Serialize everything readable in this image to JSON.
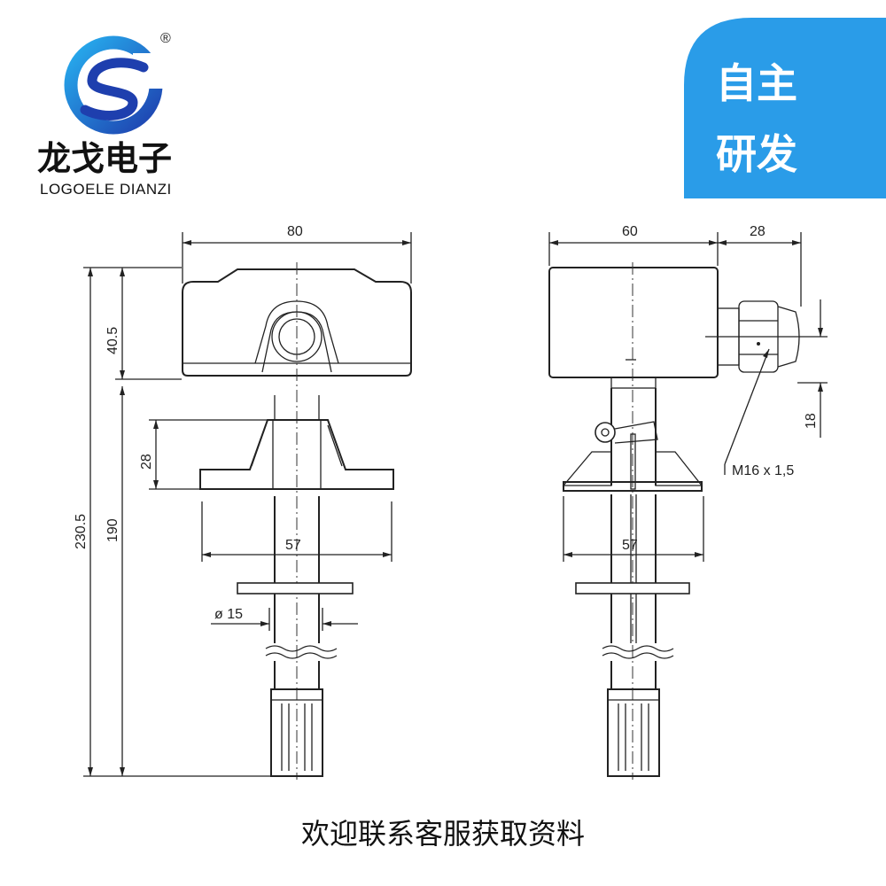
{
  "brand": {
    "name_cn": "龙戈电子",
    "name_en": "LOGOELE DIANZI",
    "registered_mark": "®",
    "colors": {
      "primary": "#1a8fe0",
      "dark": "#1e3fae",
      "badge": "#2a9ce8"
    }
  },
  "badge": {
    "line1": "自主",
    "line2": "研发"
  },
  "front_view": {
    "dim_width": "80",
    "dim_head_height": "40.5",
    "dim_total_height": "230.5",
    "dim_probe_length": "190",
    "dim_flange_height": "28",
    "dim_flange_width": "57",
    "dim_diameter": "ø 15"
  },
  "side_view": {
    "dim_width": "60",
    "dim_gland_length": "28",
    "dim_gland_offset": "18",
    "thread_label": "M16 x 1,5",
    "dim_flange_width": "57"
  },
  "footer": {
    "text": "欢迎联系客服获取资料"
  }
}
